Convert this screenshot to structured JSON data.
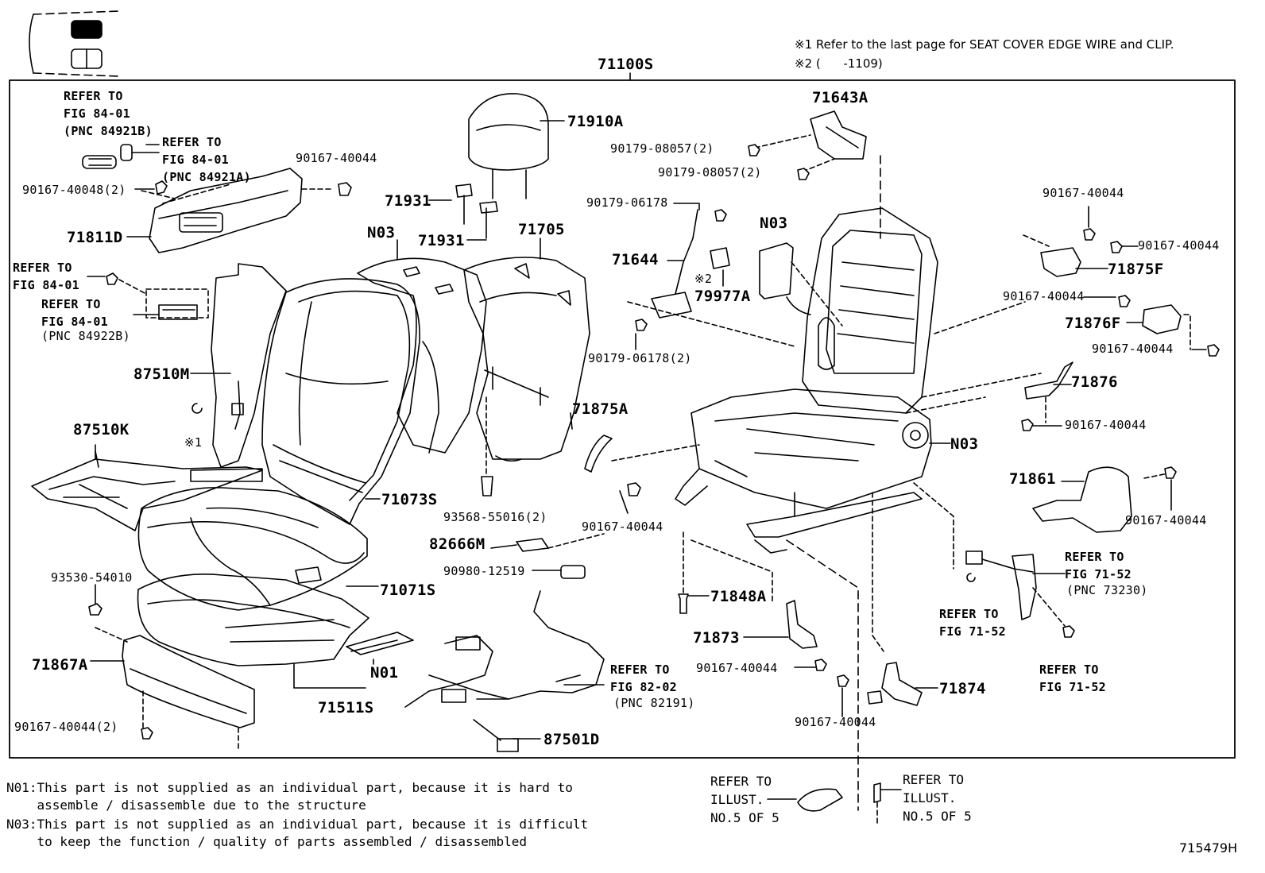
{
  "header_notes": {
    "note1": "※1 Refer to the last page for SEAT COVER EDGE WIRE and CLIP.",
    "note2": "※2 (      -1109)"
  },
  "assembly_part": "71100S",
  "labels": {
    "ref_84921b_a": "REFER TO",
    "ref_84921b_b": "FIG 84-01",
    "ref_84921b_c": "(PNC 84921B)",
    "ref_84921a_a": "REFER TO",
    "ref_84921a_b": "FIG 84-01",
    "ref_84921a_c": "(PNC 84921A)",
    "p90167_40044_top": "90167-40044",
    "p90167_40048": "90167-40048(2)",
    "p71811d": "71811D",
    "ref_8401_left_a": "REFER TO",
    "ref_8401_left_b": "FIG 84-01",
    "ref_84922b_a": "REFER TO",
    "ref_84922b_b": "FIG 84-01",
    "ref_84922b_c": "(PNC 84922B)",
    "p87510m": "87510M",
    "note_mark1": "※1",
    "p87510k": "87510K",
    "p71910a": "71910A",
    "p71931_a": "71931",
    "p71931_b": "71931",
    "pn03_mid": "N03",
    "p71705": "71705",
    "p71073s": "71073S",
    "p93568": "93568-55016(2)",
    "p82666m": "82666M",
    "p90980": "90980-12519",
    "p71071s": "71071S",
    "p93530": "93530-54010",
    "p71867a": "71867A",
    "pn01": "N01",
    "p71511s": "71511S",
    "p90167_40044_2": "90167-40044(2)",
    "ref_82191_a": "REFER TO",
    "ref_82191_b": "FIG 82-02",
    "ref_82191_c": "(PNC 82191)",
    "p87501d": "87501D",
    "p71643a": "71643A",
    "p90179_08057_a": "90179-08057(2)",
    "p90179_08057_b": "90179-08057(2)",
    "p90179_06178": "90179-06178",
    "pn03_right": "N03",
    "p71644": "71644",
    "note_mark2": "※2",
    "p79977a": "79977A",
    "p90179_06178_2": "90179-06178(2)",
    "p71875a": "71875A",
    "p90167_40044_mid": "90167-40044",
    "pn03_frame": "N03",
    "p71848a": "71848A",
    "p71873": "71873",
    "p90167_40044_lower": "90167-40044",
    "p90167_40044_bot": "90167-40044",
    "p71874": "71874",
    "p90167_40044_r1": "90167-40044",
    "p90167_40044_r2": "90167-40044",
    "p71875f": "71875F",
    "p90167_40044_r3": "90167-40044",
    "p71876f": "71876F",
    "p90167_40044_r4": "90167-40044",
    "p71876": "71876",
    "p90167_40044_r5": "90167-40044",
    "p71861": "71861",
    "p90167_40044_r6": "90167-40044",
    "ref_73230_a": "REFER TO",
    "ref_73230_b": "FIG 71-52",
    "ref_73230_c": "(PNC 73230)",
    "ref_7152_a_a": "REFER TO",
    "ref_7152_a_b": "FIG 71-52",
    "ref_7152_b_a": "REFER TO",
    "ref_7152_b_b": "FIG 71-52",
    "ref_illust_a_1": "REFER TO",
    "ref_illust_a_2": "ILLUST.",
    "ref_illust_a_3": "NO.5 OF 5",
    "ref_illust_b_1": "REFER TO",
    "ref_illust_b_2": "ILLUST.",
    "ref_illust_b_3": "NO.5 OF 5"
  },
  "footnotes": {
    "n01_line1": "N01:This part is not supplied as an individual part, because it is hard to",
    "n01_line2": "    assemble / disassemble due to the structure",
    "n03_line1": "N03:This part is not supplied as an individual part, because it is difficult",
    "n03_line2": "    to keep the function / quality of parts assembled / disassembled"
  },
  "figure_id": "715479H"
}
